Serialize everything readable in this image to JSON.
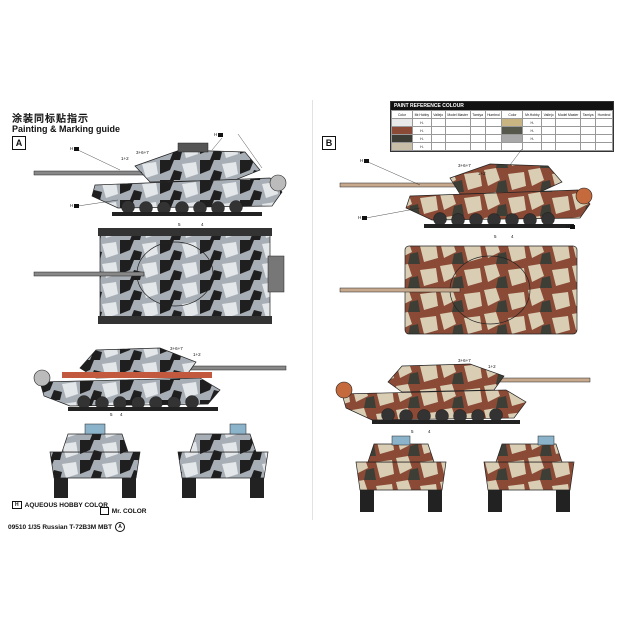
{
  "header": {
    "title_cn": "涂装同标贴指示",
    "title_en": "Painting & Marking guide"
  },
  "panels": [
    {
      "id": "A",
      "label": "A"
    },
    {
      "id": "B",
      "label": "B"
    }
  ],
  "reference": {
    "title": "PAINT REFERENCE COLOUR",
    "columns": [
      "Color",
      "Mr.Hobby",
      "Vallejo",
      "Model Master",
      "Tamiya",
      "Humbrol"
    ],
    "rows": [
      {
        "color": "#e9e9e9",
        "cells": [
          "H-",
          "",
          "",
          "",
          ""
        ]
      },
      {
        "color": "#8b4a35",
        "cells": [
          "H-",
          "",
          "",
          "",
          ""
        ]
      },
      {
        "color": "#3d3d36",
        "cells": [
          "H-",
          "",
          "",
          "",
          ""
        ]
      },
      {
        "color": "#c8bea8",
        "cells": [
          "H-",
          "",
          "",
          "",
          ""
        ]
      }
    ]
  },
  "footer": {
    "left_code": "H",
    "left_text": "AQUEOUS HOBBY COLOR",
    "right_code": "",
    "right_text": "Mr. COLOR",
    "product_line": "09510 1/35 Russian T-72B3M MBT",
    "product_badge": "A"
  },
  "callouts": {
    "a_top": [
      "H",
      "H",
      "H"
    ],
    "turret_numbers": "3+6+7",
    "hull_numbers": "1+2",
    "small_numbers": [
      "5",
      "4"
    ]
  },
  "colors": {
    "camo_light": "#d8dce0",
    "camo_grey": "#9ba3ab",
    "camo_dark": "#222222",
    "brown": "#8b4a35",
    "sand": "#d8cdb5",
    "olive": "#4d5141",
    "outline": "#1a1a1a"
  }
}
